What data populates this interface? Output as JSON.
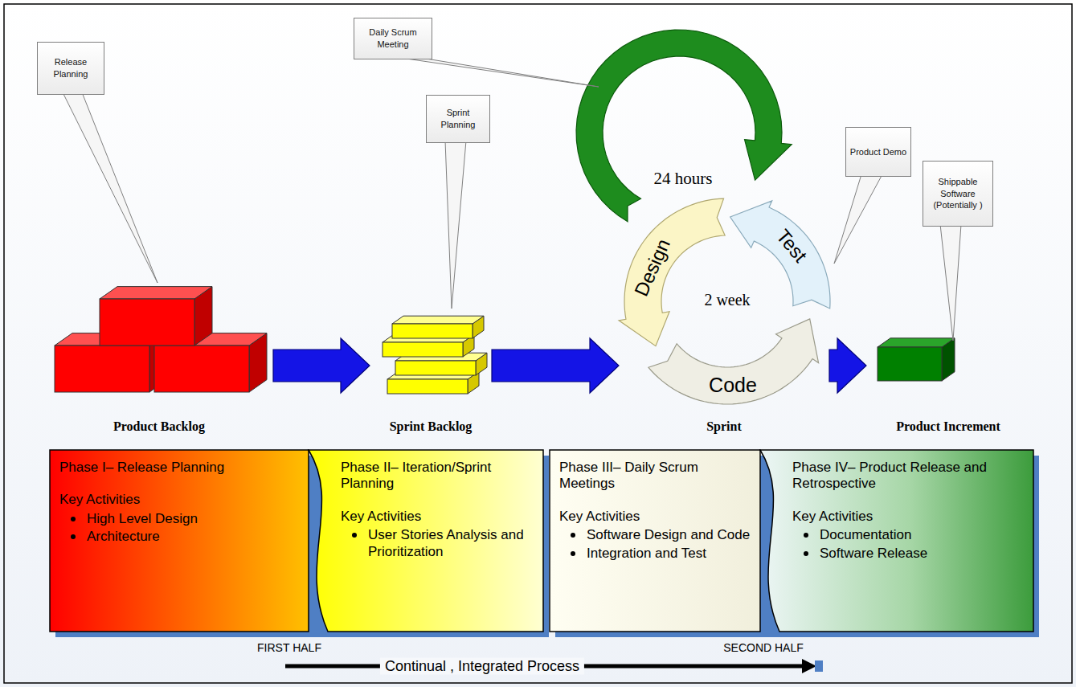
{
  "diagram": {
    "nodes": [
      {
        "text": [
          "Daily Scrum Meeting"
        ]
      },
      {
        "text": [
          "Release Planning"
        ]
      },
      {
        "text": [
          "Sprint Planning"
        ]
      },
      {
        "text": [
          "Product Demo"
        ]
      },
      {
        "text": [
          "Shippable Software (Potentially )"
        ]
      },
      {
        "text": [
          "Product Backlog"
        ]
      },
      {
        "text": [
          "Sprint Backlog"
        ]
      },
      {
        "text": [
          "Sprint"
        ]
      },
      {
        "text": [
          "Product Increment"
        ]
      },
      {
        "text": [
          "Phase I– Release Planning",
          "Key Activities",
          "High Level Design",
          "Architecture"
        ]
      },
      {
        "text": [
          "Phase II– Iteration/Sprint Planning",
          "Key Activities",
          "User Stories Analysis and Prioritization"
        ]
      },
      {
        "text": [
          "Phase III– Daily Scrum Meetings",
          "Key Activities",
          "Software Design and Code",
          "Integration and Test"
        ]
      },
      {
        "text": [
          "Phase IV– Product Release and Retrospective",
          "Key Activities",
          "Documentation",
          "Software Release"
        ]
      }
    ],
    "edges": [
      {
        "from": 5,
        "to": 6,
        "arrow": "to"
      },
      {
        "from": 6,
        "to": 7,
        "arrow": "to"
      },
      {
        "from": 7,
        "to": 8,
        "arrow": "to"
      }
    ],
    "labels": [
      "24 hours",
      "Design",
      "Test",
      "2 week",
      "Code",
      "FIRST HALF",
      "SECOND HALF",
      "Continual , Integrated Process"
    ]
  }
}
